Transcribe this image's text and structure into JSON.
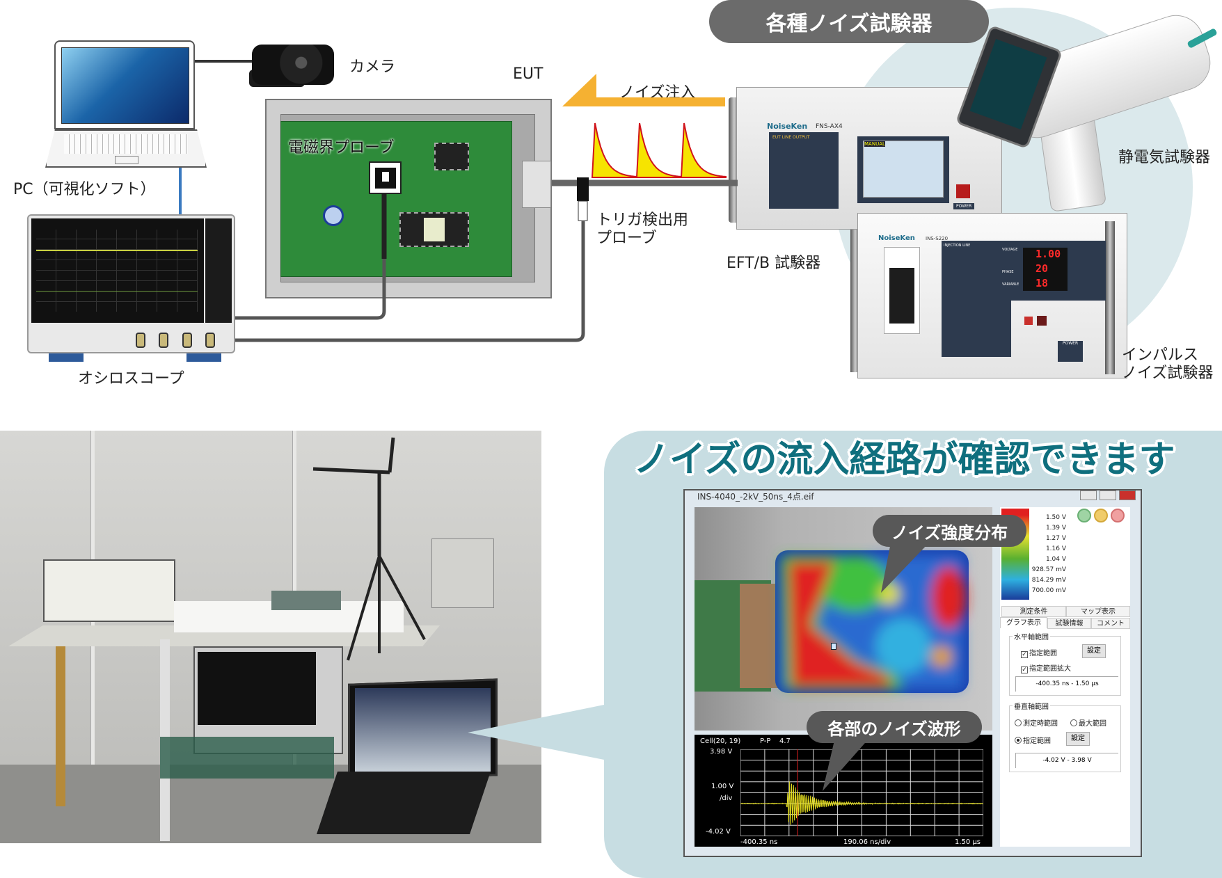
{
  "banner": "各種ノイズ試験器",
  "labels": {
    "camera": "カメラ",
    "eut": "EUT",
    "em_probe": "電磁界プローブ",
    "noise_injection": "ノイズ注入",
    "trigger_probe_line1": "トリガ検出用",
    "trigger_probe_line2": "プローブ",
    "pc": "PC（可視化ソフト）",
    "oscilloscope": "オシロスコープ",
    "eft": "EFT/B 試験器",
    "esd": "静電気試験器",
    "impulse_line1": "インパルス",
    "impulse_line2": "ノイズ試験器"
  },
  "devices": {
    "eft": {
      "brand": "NoiseKen",
      "model": "FNS-AX4",
      "panel": "EUT LINE OUTPUT",
      "screen_mode": "MANUAL",
      "power": "POWER"
    },
    "impulse": {
      "brand": "NoiseKen",
      "model": "INS-S220",
      "injection": "INJECTION LINE",
      "voltage_label": "VOLTAGE",
      "voltage": "1.00",
      "phase_label": "PHASE",
      "phase": "20",
      "variable_label": "VARIABLE",
      "variable": "18",
      "power": "POWER"
    }
  },
  "colors": {
    "accent_teal": "#0f6f7e",
    "noise_arrow": "#f5b132",
    "panel_bg": "#c7dde2",
    "banner_bg": "#6b6b6b"
  },
  "software": {
    "headline": "ノイズの流入経路が確認できます",
    "window_title": "INS-4040_-2kV_50ns_4点.eif",
    "callout_map": "ノイズ強度分布",
    "callout_wave": "各部のノイズ波形",
    "colorbar": [
      "1.50 V",
      "1.39 V",
      "1.27 V",
      "1.16 V",
      "1.04 V",
      "928.57 mV",
      "814.29 mV",
      "700.00 mV"
    ],
    "controls": [
      "play",
      "pause",
      "stop"
    ],
    "tabs_row1": [
      "測定条件",
      "マップ表示"
    ],
    "tabs_row2": [
      "グラフ表示",
      "試験情報",
      "コメント"
    ],
    "active_tab": "グラフ表示",
    "horizontal": {
      "group": "水平軸範囲",
      "opt_range": "指定範囲",
      "opt_range_checked": true,
      "opt_zoom": "指定範囲拡大",
      "opt_zoom_checked": true,
      "set_button": "設定",
      "value": "-400.35 ns - 1.50 µs"
    },
    "vertical": {
      "group": "垂直軸範囲",
      "opt_measured": "測定時範囲",
      "opt_max": "最大範囲",
      "opt_range": "指定範囲",
      "selected": "指定範囲",
      "set_button": "設定",
      "value": "-4.02 V - 3.98 V"
    },
    "waveform": {
      "cell": "Cell(20, 19)",
      "pp_label": "P-P",
      "pp_value": "4.7",
      "y_top": "3.98 V",
      "y_div1": "1.00 V",
      "y_div2": "/div",
      "y_bottom": "-4.02 V",
      "x_left": "-400.35 ns",
      "x_div": "190.06 ns/div",
      "x_right": "1.50 µs"
    }
  }
}
